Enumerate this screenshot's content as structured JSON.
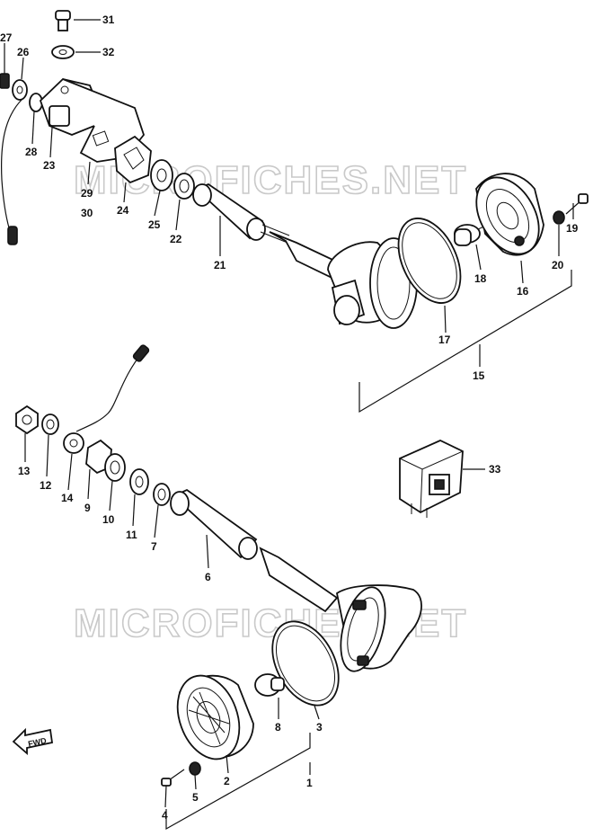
{
  "watermarks": [
    "MICROFICHES.NET",
    "MICROFICHES.NET"
  ],
  "direction_label": "FWD",
  "callouts": {
    "p1": "1",
    "p2": "2",
    "p3": "3",
    "p4": "4",
    "p5": "5",
    "p6": "6",
    "p7": "7",
    "p8": "8",
    "p9": "9",
    "p10": "10",
    "p11": "11",
    "p12": "12",
    "p13": "13",
    "p14": "14",
    "p15": "15",
    "p16": "16",
    "p17": "17",
    "p18": "18",
    "p19": "19",
    "p20": "20",
    "p21": "21",
    "p22": "22",
    "p23": "23",
    "p24": "24",
    "p25": "25",
    "p26": "26",
    "p27": "27",
    "p28": "28",
    "p29": "29",
    "p30": "30",
    "p31": "31",
    "p32": "32",
    "p33": "33"
  }
}
